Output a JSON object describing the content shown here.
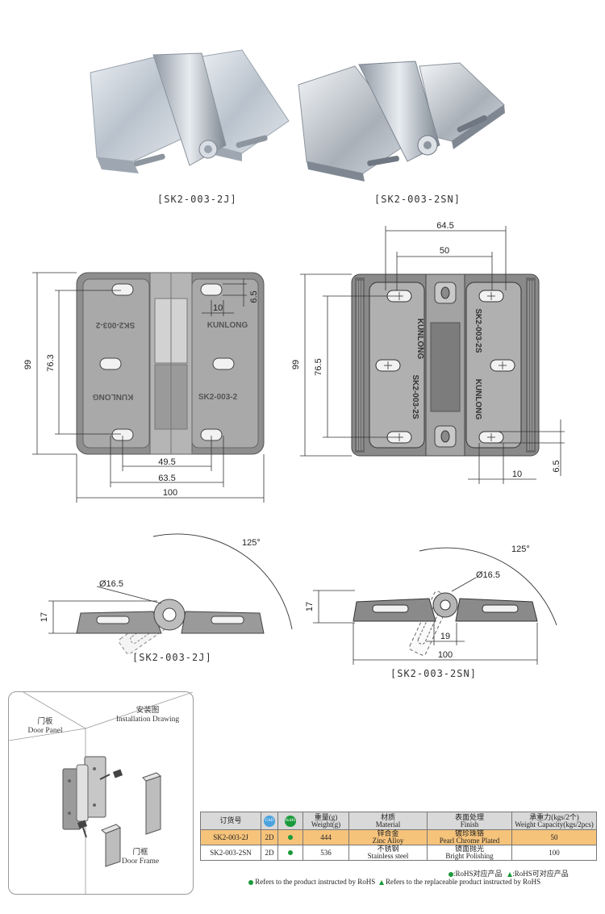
{
  "products": [
    {
      "code": "[SK2-003-2J]"
    },
    {
      "code": "[SK2-003-2SN]"
    }
  ],
  "drawing_2j": {
    "dims": {
      "height_total": "99",
      "height_slots": "76.3",
      "slot_w": "10",
      "slot_h": "6.5",
      "width_inner": "49.5",
      "width_mid": "63.5",
      "width_total": "100"
    },
    "engraving": {
      "brand": "KUNLONG",
      "model": "SK2-003-2",
      "model_mirror": "SK2-003-2",
      "brand_mirror": "KUNLONG"
    }
  },
  "drawing_2sn": {
    "dims": {
      "width_top": "64.5",
      "width_slots": "50",
      "height_total": "99",
      "height_slots": "76.5",
      "slot_h": "6.5",
      "slot_w": "10"
    },
    "engraving": {
      "brand": "KUNLONG",
      "model": "SK2-003-2S",
      "model_mirror": "SK2-003-2S",
      "brand_mirror": "KUNLONG"
    }
  },
  "side_2j": {
    "angle": "125°",
    "diameter": "Ø16.5",
    "height": "17",
    "caption": "[SK2-003-2J]"
  },
  "side_2sn": {
    "angle": "125°",
    "diameter": "Ø16.5",
    "height": "17",
    "knuckle": "19",
    "width": "100",
    "caption": "[SK2-003-2SN]"
  },
  "installation": {
    "title_cn": "安装图",
    "title_en": "Installation Drawing",
    "door_panel_cn": "门板",
    "door_panel_en": "Door Panel",
    "door_frame_cn": "门框",
    "door_frame_en": "Door Frame"
  },
  "spec_table": {
    "headers": {
      "order_no": "订货号",
      "cad": "CAD",
      "rohs": "RoHS",
      "weight_cn": "重量(g)",
      "weight_en": "Weight(g)",
      "material_cn": "材质",
      "material_en": "Material",
      "finish_cn": "表面处理",
      "finish_en": "Finish",
      "capacity_cn": "承重力(kgs/2个)",
      "capacity_en": "Weight Capacity(kgs/2pcs)"
    },
    "rows": [
      {
        "code": "SK2-003-2J",
        "cad": "2D",
        "weight": "444",
        "material_cn": "锌合金",
        "material_en": "Zinc Alloy",
        "finish_cn": "镀珍珠铬",
        "finish_en": "Pearl Chrome Plated",
        "capacity": "50"
      },
      {
        "code": "SK2-003-2SN",
        "cad": "2D",
        "weight": "536",
        "material_cn": "不锈钢",
        "material_en": "Stainless steel",
        "finish_cn": "镜面抛光",
        "finish_en": "Bright Polishing",
        "capacity": "100"
      }
    ],
    "legend_cn_1": ":RoHS对应产品",
    "legend_cn_2": ":RoHS可对应产品",
    "legend_en_1": "Refers to the product instructed by RoHS",
    "legend_en_2": "Refers to the replaceable product instructed by RoHS"
  },
  "colors": {
    "highlight_row": "#f6c37b",
    "header_row": "#d9d9d9",
    "rohs_green": "#1a9a3a",
    "cad_blue": "#4aa3df"
  }
}
